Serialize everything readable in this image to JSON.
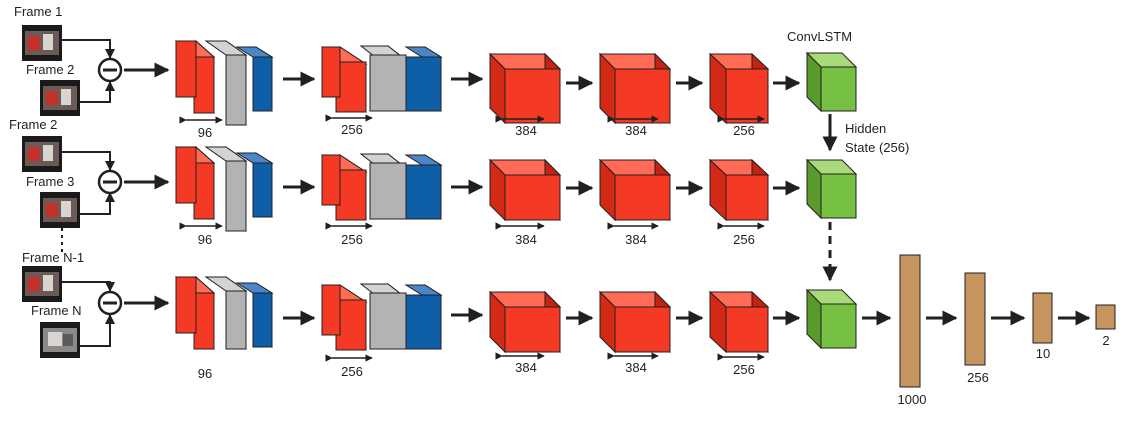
{
  "colors": {
    "conv": "#f43a24",
    "norm": "#b2b3b5",
    "pool": "#0f5fa8",
    "lstm": "#76c043",
    "fc": "#c6955f",
    "line": "#231f20"
  },
  "rows": [
    {
      "frame_a": "Frame 1",
      "frame_b": "Frame 2",
      "dims": [
        "96",
        "256",
        "384",
        "384",
        "256"
      ]
    },
    {
      "frame_a": "Frame 2",
      "frame_b": "Frame 3",
      "dims": [
        "96",
        "256",
        "384",
        "384",
        "256"
      ]
    },
    {
      "frame_a": "Frame N-1",
      "frame_b": "Frame N",
      "dims": [
        "96",
        "256",
        "384",
        "384",
        "256"
      ]
    }
  ],
  "convlstm_label": "ConvLSTM",
  "hidden_label_line1": "Hidden",
  "hidden_label_line2": "State (256)",
  "fc_layers": [
    "1000",
    "256",
    "10",
    "2"
  ]
}
